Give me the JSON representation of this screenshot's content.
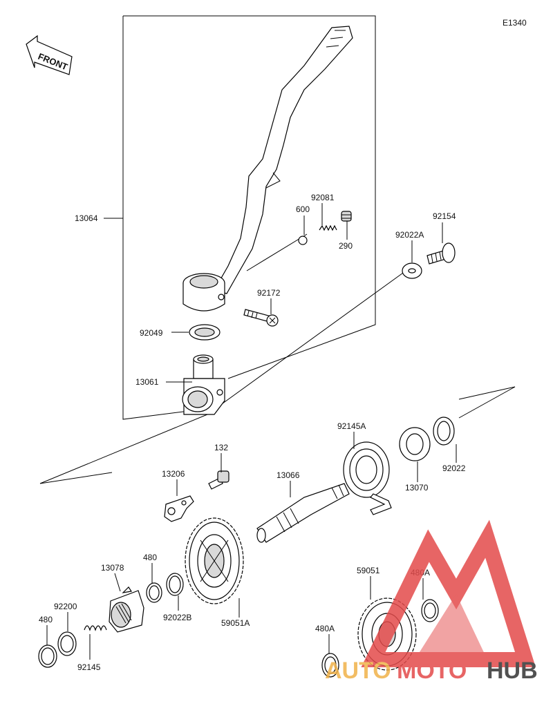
{
  "diagram": {
    "code": "E1340",
    "front_label": "FRONT",
    "callouts": [
      "13064",
      "600",
      "92081",
      "290",
      "92154",
      "92022A",
      "92172",
      "92049",
      "13061",
      "92145A",
      "92022",
      "13070",
      "132",
      "13206",
      "13066",
      "480",
      "13078",
      "92022B",
      "59051A",
      "59051",
      "480A",
      "92200",
      "480",
      "92145",
      "480A"
    ]
  },
  "watermark": {
    "part1": "AUTO",
    "part2": "MOTO",
    "part3": "HUB",
    "color_red": "#e34b4b",
    "color_orange": "#f0b24a",
    "color_dark": "#333333"
  },
  "colors": {
    "line": "#000000",
    "background": "#ffffff"
  }
}
